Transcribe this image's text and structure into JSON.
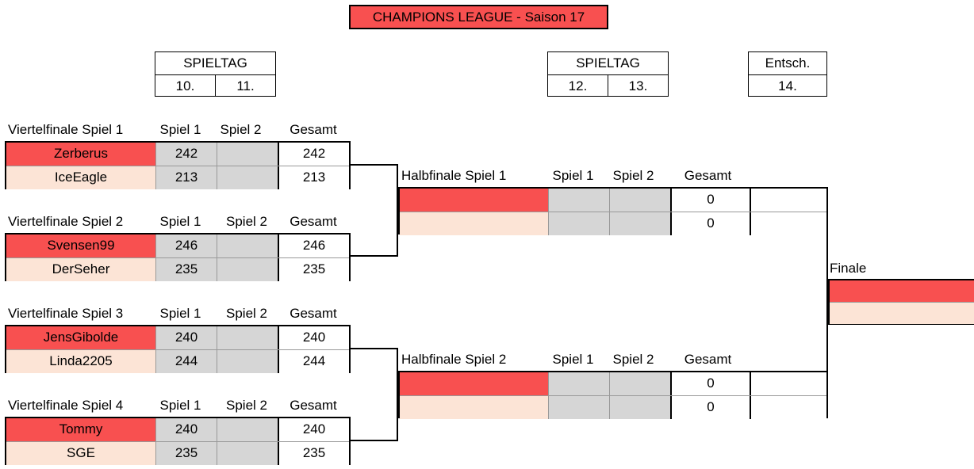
{
  "title": "CHAMPIONS LEAGUE - Saison 17",
  "spieltag_boxes": [
    {
      "header": "SPIELTAG",
      "days": [
        "10.",
        "11."
      ]
    },
    {
      "header": "SPIELTAG",
      "days": [
        "12.",
        "13."
      ]
    },
    {
      "header": "Entsch.",
      "days": [
        "14."
      ]
    }
  ],
  "column_headers": {
    "spiel1": "Spiel 1",
    "spiel2": "Spiel 2",
    "gesamt": "Gesamt"
  },
  "quarterfinals": [
    {
      "label": "Viertelfinale Spiel 1",
      "teams": [
        {
          "name": "Zerberus",
          "spiel1": "242",
          "spiel2": "",
          "gesamt": "242"
        },
        {
          "name": "IceEagle",
          "spiel1": "213",
          "spiel2": "",
          "gesamt": "213"
        }
      ]
    },
    {
      "label": "Viertelfinale Spiel 2",
      "teams": [
        {
          "name": "Svensen99",
          "spiel1": "246",
          "spiel2": "",
          "gesamt": "246"
        },
        {
          "name": "DerSeher",
          "spiel1": "235",
          "spiel2": "",
          "gesamt": "235"
        }
      ]
    },
    {
      "label": "Viertelfinale Spiel 3",
      "teams": [
        {
          "name": "JensGibolde",
          "spiel1": "240",
          "spiel2": "",
          "gesamt": "240"
        },
        {
          "name": "Linda2205",
          "spiel1": "244",
          "spiel2": "",
          "gesamt": "244"
        }
      ]
    },
    {
      "label": "Viertelfinale Spiel 4",
      "teams": [
        {
          "name": "Tommy",
          "spiel1": "240",
          "spiel2": "",
          "gesamt": "240"
        },
        {
          "name": "SGE",
          "spiel1": "235",
          "spiel2": "",
          "gesamt": "235"
        }
      ]
    }
  ],
  "semifinals": [
    {
      "label": "Halbfinale Spiel 1",
      "teams": [
        {
          "name": "",
          "spiel1": "",
          "spiel2": "",
          "gesamt": "0",
          "entsch": ""
        },
        {
          "name": "",
          "spiel1": "",
          "spiel2": "",
          "gesamt": "0",
          "entsch": ""
        }
      ]
    },
    {
      "label": "Halbfinale Spiel 2",
      "teams": [
        {
          "name": "",
          "spiel1": "",
          "spiel2": "",
          "gesamt": "0",
          "entsch": ""
        },
        {
          "name": "",
          "spiel1": "",
          "spiel2": "",
          "gesamt": "0",
          "entsch": ""
        }
      ]
    }
  ],
  "final": {
    "label": "Finale",
    "teams": [
      "",
      ""
    ]
  },
  "colors": {
    "winner_row": "#f85050",
    "loser_row": "#fce4d6",
    "score_cell": "#d6d6d6"
  }
}
